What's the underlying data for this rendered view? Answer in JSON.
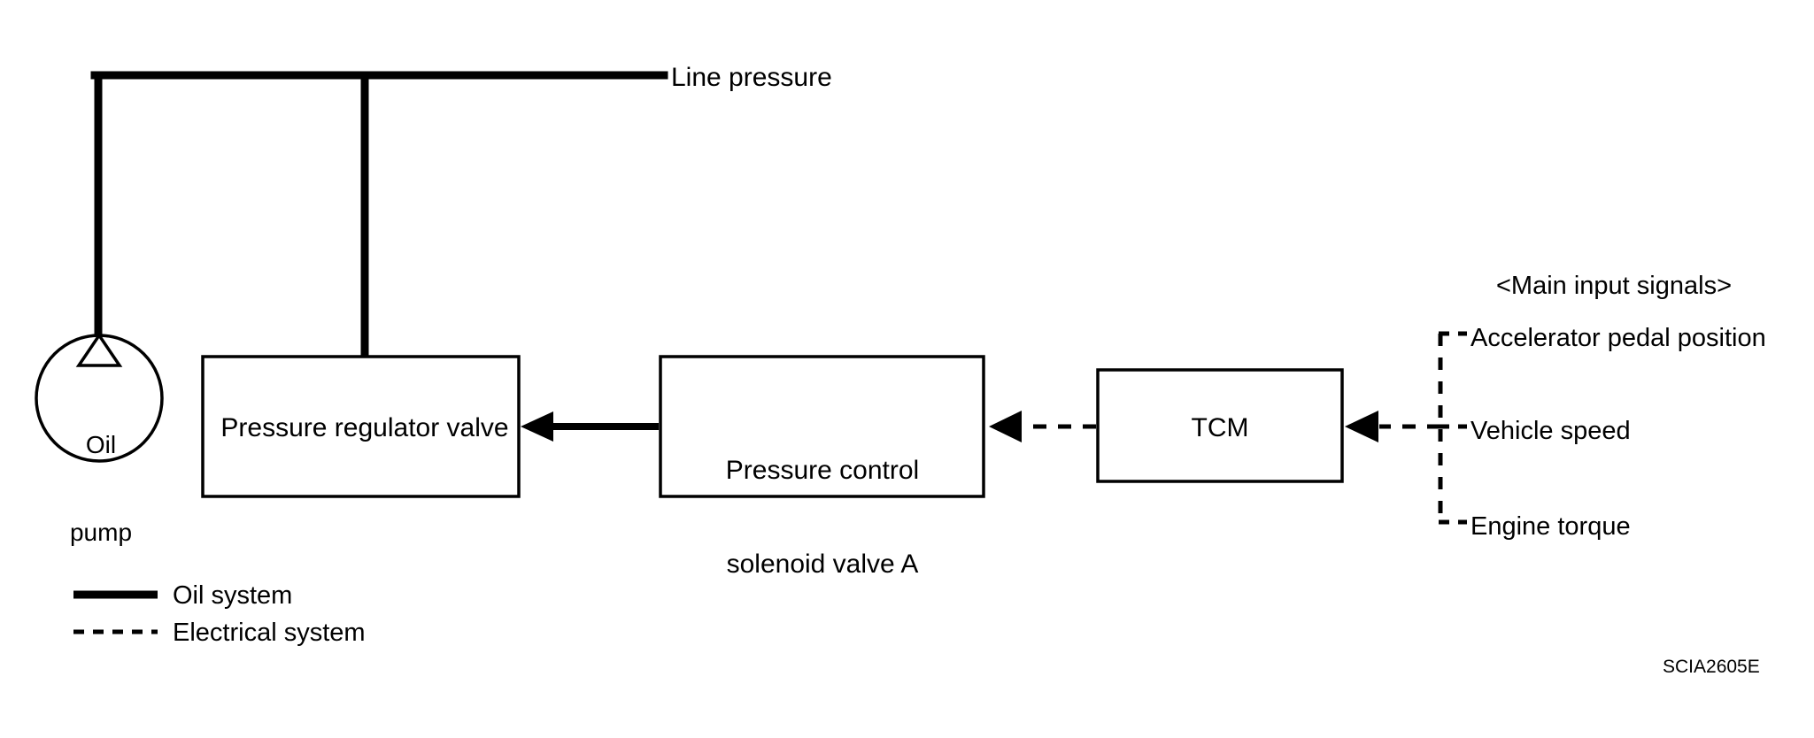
{
  "diagram": {
    "title_label": "Line pressure",
    "reference_code": "SCIA2605E",
    "nodes": {
      "oil_pump": "Oil\npump",
      "oil_pump_line1": "Oil",
      "oil_pump_line2": "pump",
      "pressure_regulator_valve": "Pressure regulator valve",
      "pressure_control_solenoid_valve_a": "Pressure control\nsolenoid valve A",
      "pressure_control_solenoid_valve_a_line1": "Pressure control",
      "pressure_control_solenoid_valve_a_line2": "solenoid valve A",
      "tcm": "TCM"
    },
    "inputs": {
      "header": "<Main input signals>",
      "signals": [
        "Accelerator pedal position",
        "Vehicle speed",
        "Engine torque"
      ]
    },
    "legend": {
      "items": [
        {
          "label": "Oil system",
          "style": "solid"
        },
        {
          "label": "Electrical system",
          "style": "dashed"
        }
      ]
    },
    "colors": {
      "stroke": "#000000",
      "background": "#ffffff",
      "text": "#000000"
    }
  }
}
